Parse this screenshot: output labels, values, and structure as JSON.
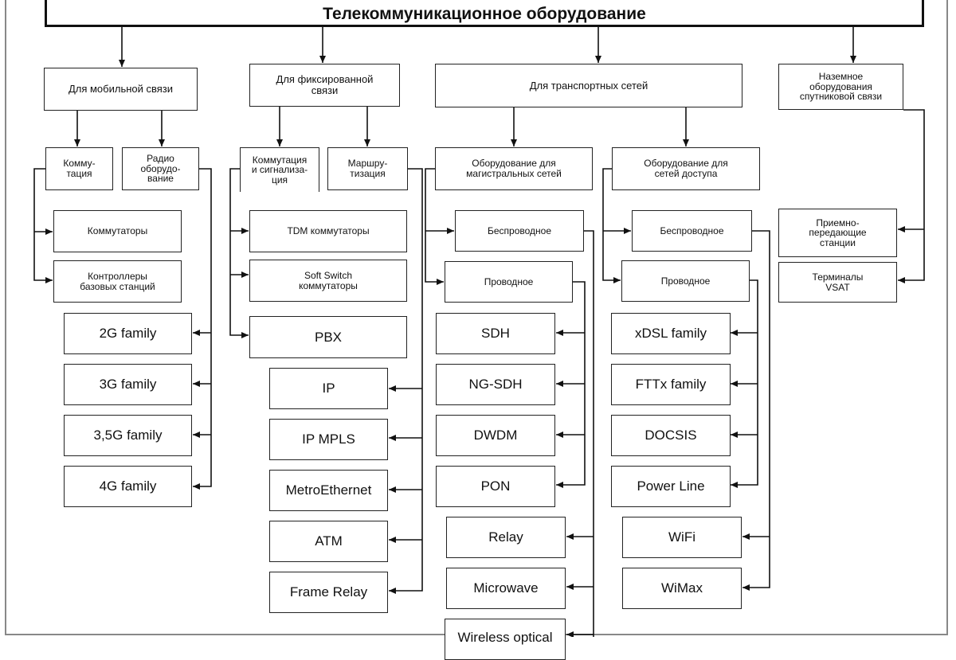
{
  "title": "Телекоммуникационное оборудование",
  "categories": {
    "mobile": "Для мобильной связи",
    "fixed": "Для фиксированной\nсвязи",
    "transport": "Для транспортных сетей",
    "satellite": "Наземное\nоборудования\nспутниковой связи"
  },
  "mobile": {
    "switching": "Комму-\nтация",
    "radio": "Радио\nоборудо-\nвание",
    "items": [
      "Коммутаторы",
      "Контроллеры\nбазовых станций"
    ],
    "families": [
      "2G family",
      "3G family",
      "3,5G family",
      "4G family"
    ]
  },
  "fixed": {
    "switching": "Коммутация\nи сигнализа-\nция",
    "routing": "Маршру-\nтизация",
    "items": [
      "TDM коммутаторы",
      "Soft Switch\nкоммутаторы",
      "PBX"
    ],
    "routing_items": [
      "IP",
      "IP MPLS",
      "MetroEthernet",
      "ATM",
      "Frame Relay"
    ]
  },
  "transport": {
    "backbone": "Оборудование для\nмагистральных сетей",
    "access": "Оборудование для\nсетей доступа",
    "backbone_types": [
      "Беспроводное",
      "Проводное"
    ],
    "access_types": [
      "Беспроводное",
      "Проводное"
    ],
    "backbone_wired": [
      "SDH",
      "NG-SDH",
      "DWDM",
      "PON"
    ],
    "backbone_wireless": [
      "Relay",
      "Microwave",
      "Wireless optical"
    ],
    "access_wired": [
      "xDSL family",
      "FTTx family",
      "DOCSIS",
      "Power Line"
    ],
    "access_wireless": [
      "WiFi",
      "WiMax"
    ]
  },
  "satellite": {
    "items": [
      "Приемно-\nпередающие\nстанции",
      "Терминалы\nVSAT"
    ]
  }
}
